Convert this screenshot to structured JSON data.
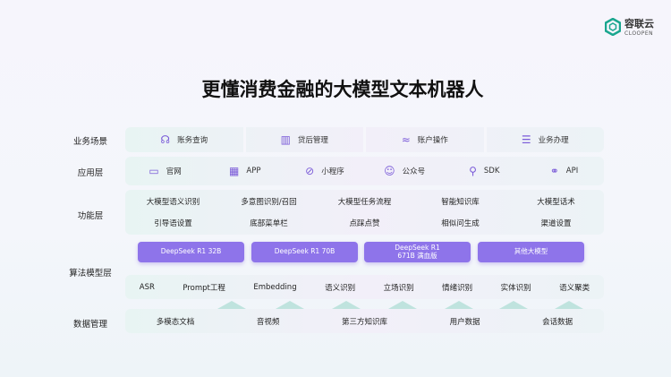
{
  "logo": {
    "name": "容联云",
    "sub": "CLOOPEN"
  },
  "title": "更懂消费金融的大模型文本机器人",
  "layers": {
    "business": "业务场景",
    "app": "应用层",
    "function": "功能层",
    "algorithm": "算法模型层",
    "data": "数据管理"
  },
  "business": [
    {
      "icon": "headset-icon",
      "label": "账务查询"
    },
    {
      "icon": "books-icon",
      "label": "贷后管理"
    },
    {
      "icon": "wave-icon",
      "label": "账户操作"
    },
    {
      "icon": "checklist-icon",
      "label": "业务办理"
    }
  ],
  "apps": [
    {
      "icon": "browser-icon",
      "label": "官网"
    },
    {
      "icon": "grid-icon",
      "label": "APP"
    },
    {
      "icon": "miniprogram-icon",
      "label": "小程序"
    },
    {
      "icon": "wechat-icon",
      "label": "公众号"
    },
    {
      "icon": "plug-icon",
      "label": "SDK"
    },
    {
      "icon": "link-icon",
      "label": "API"
    }
  ],
  "functions": [
    "大模型语义识别",
    "多意图识别/召回",
    "大模型任务流程",
    "智能知识库",
    "大模型话术",
    "引导语设置",
    "底部菜单栏",
    "点踩点赞",
    "相似问生成",
    "渠道设置"
  ],
  "models": [
    {
      "l1": "DeepSeek R1 32B",
      "l2": ""
    },
    {
      "l1": "DeepSeek R1 70B",
      "l2": ""
    },
    {
      "l1": "DeepSeek R1",
      "l2": "671B 满血版"
    },
    {
      "l1": "其他大模型",
      "l2": ""
    }
  ],
  "algorithms": [
    "ASR",
    "Prompt工程",
    "Embedding",
    "语义识别",
    "立场识别",
    "情绪识别",
    "实体识别",
    "语义聚类"
  ],
  "data": [
    "多模态文档",
    "音视频",
    "第三方知识库",
    "用户数据",
    "会话数据"
  ],
  "colors": {
    "accent": "#8e74ea",
    "logo": "#1aa68f"
  }
}
